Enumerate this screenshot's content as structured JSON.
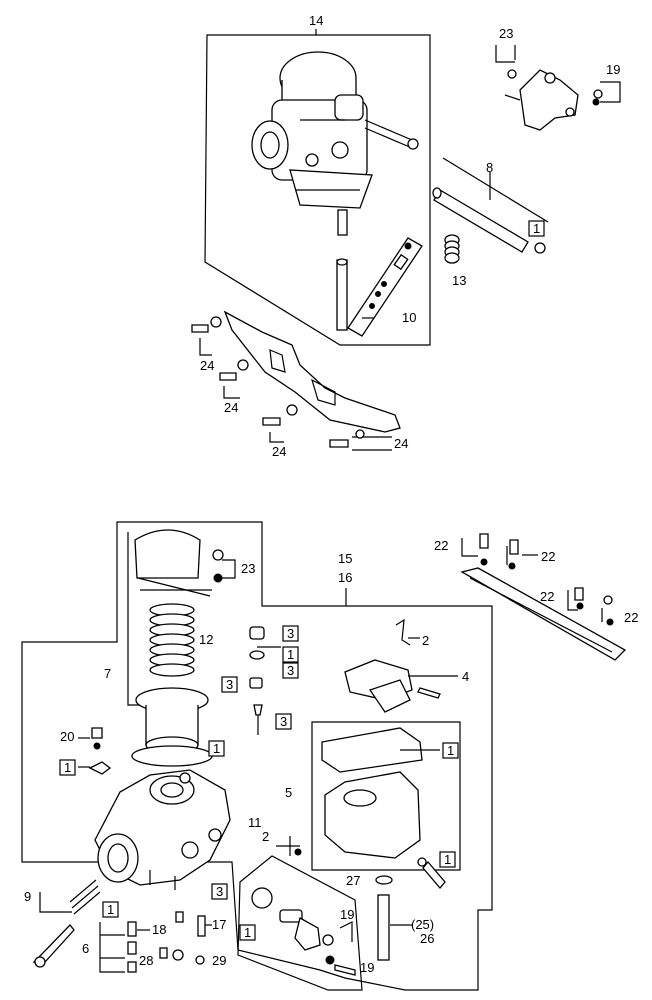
{
  "callouts": {
    "n14": "14",
    "n23a": "23",
    "n19a": "19",
    "n8": "8",
    "b1a": "1",
    "n13": "13",
    "n10": "10",
    "n24a": "24",
    "n24b": "24",
    "n24c": "24",
    "n24d": "24",
    "n15": "15",
    "n16": "16",
    "n22a": "22",
    "n22b": "22",
    "n22c": "22",
    "n22d": "22",
    "n23b": "23",
    "n12": "12",
    "n7": "7",
    "b3a": "3",
    "b1b": "1",
    "b3b": "3",
    "n2a": "2",
    "n4": "4",
    "b3c": "3",
    "b3d": "3",
    "n20": "20",
    "b1c": "1",
    "b1d": "1",
    "b1e": "1",
    "n5": "5",
    "n11": "11",
    "n2b": "2",
    "b1f": "1",
    "n27": "27",
    "n25": "(25)",
    "n26": "26",
    "n9": "9",
    "b1g": "1",
    "n18": "18",
    "b3e": "3",
    "n17": "17",
    "b1h": "1",
    "n19b": "19",
    "n19c": "19",
    "n6": "6",
    "n28": "28",
    "n29": "29"
  }
}
